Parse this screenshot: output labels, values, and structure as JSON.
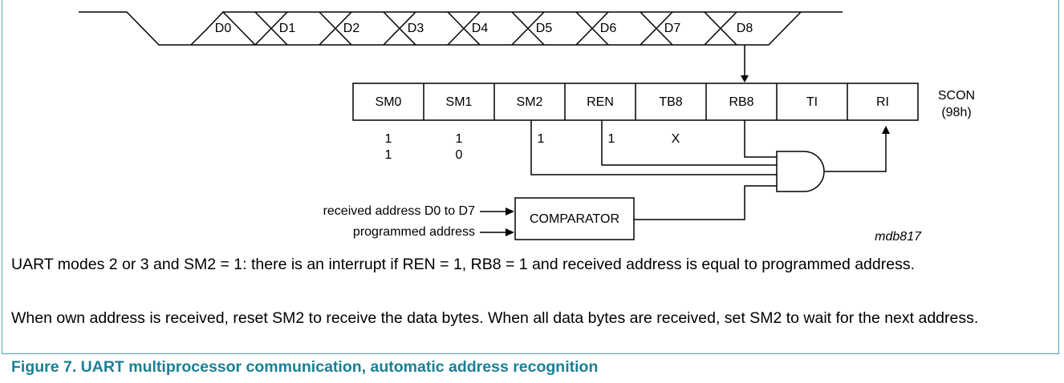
{
  "bits": [
    "D0",
    "D1",
    "D2",
    "D3",
    "D4",
    "D5",
    "D6",
    "D7",
    "D8"
  ],
  "register": {
    "cells": [
      "SM0",
      "SM1",
      "SM2",
      "REN",
      "TB8",
      "RB8",
      "TI",
      "RI"
    ],
    "name": "SCON",
    "address": "(98h)"
  },
  "values": {
    "sm0_row1": "1",
    "sm0_row2": "1",
    "sm1_row1": "1",
    "sm1_row2": "0",
    "sm2": "1",
    "ren": "1",
    "tb8": "X"
  },
  "inputs": {
    "received": "received address D0 to D7",
    "programmed": "programmed address"
  },
  "comparator_label": "COMPARATOR",
  "figure_code": "mdb817",
  "paragraphs": [
    "UART modes 2 or 3 and SM2 = 1: there is an interrupt if REN = 1, RB8 = 1 and received address is equal to programmed address.",
    "When own address is received, reset SM2 to receive the data bytes. When all data bytes are received, set SM2 to wait for the next address."
  ],
  "figure_title": "Figure 7.  UART multiprocessor communication, automatic address recognition",
  "colors": {
    "frame": "#4aa3b8",
    "title": "#1a7f96"
  }
}
